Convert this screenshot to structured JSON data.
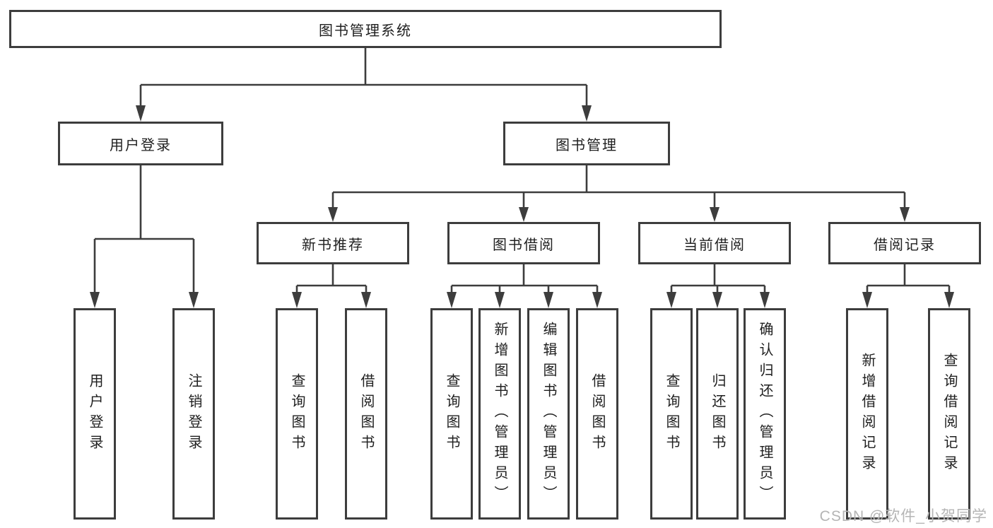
{
  "colors": {
    "line": "#3d3d3d",
    "text": "#1f1f1f",
    "watermark": "#b5b5b5",
    "background": "#ffffff"
  },
  "watermark": "CSDN @软件_小贺同学",
  "tree": {
    "root": {
      "label": "图书管理系统",
      "children": [
        {
          "label": "用户登录",
          "children": [
            {
              "label": "用户登录"
            },
            {
              "label": "注销登录"
            }
          ]
        },
        {
          "label": "图书管理",
          "children": [
            {
              "label": "新书推荐",
              "children": [
                {
                  "label": "查询图书"
                },
                {
                  "label": "借阅图书"
                }
              ]
            },
            {
              "label": "图书借阅",
              "children": [
                {
                  "label": "查询图书"
                },
                {
                  "label": "新增图书（管理员）"
                },
                {
                  "label": "编辑图书（管理员）"
                },
                {
                  "label": "借阅图书"
                }
              ]
            },
            {
              "label": "当前借阅",
              "children": [
                {
                  "label": "查询图书"
                },
                {
                  "label": "归还图书"
                },
                {
                  "label": "确认归还（管理员）"
                }
              ]
            },
            {
              "label": "借阅记录",
              "children": [
                {
                  "label": "新增借阅记录"
                },
                {
                  "label": "查询借阅记录"
                }
              ]
            }
          ]
        }
      ]
    }
  }
}
